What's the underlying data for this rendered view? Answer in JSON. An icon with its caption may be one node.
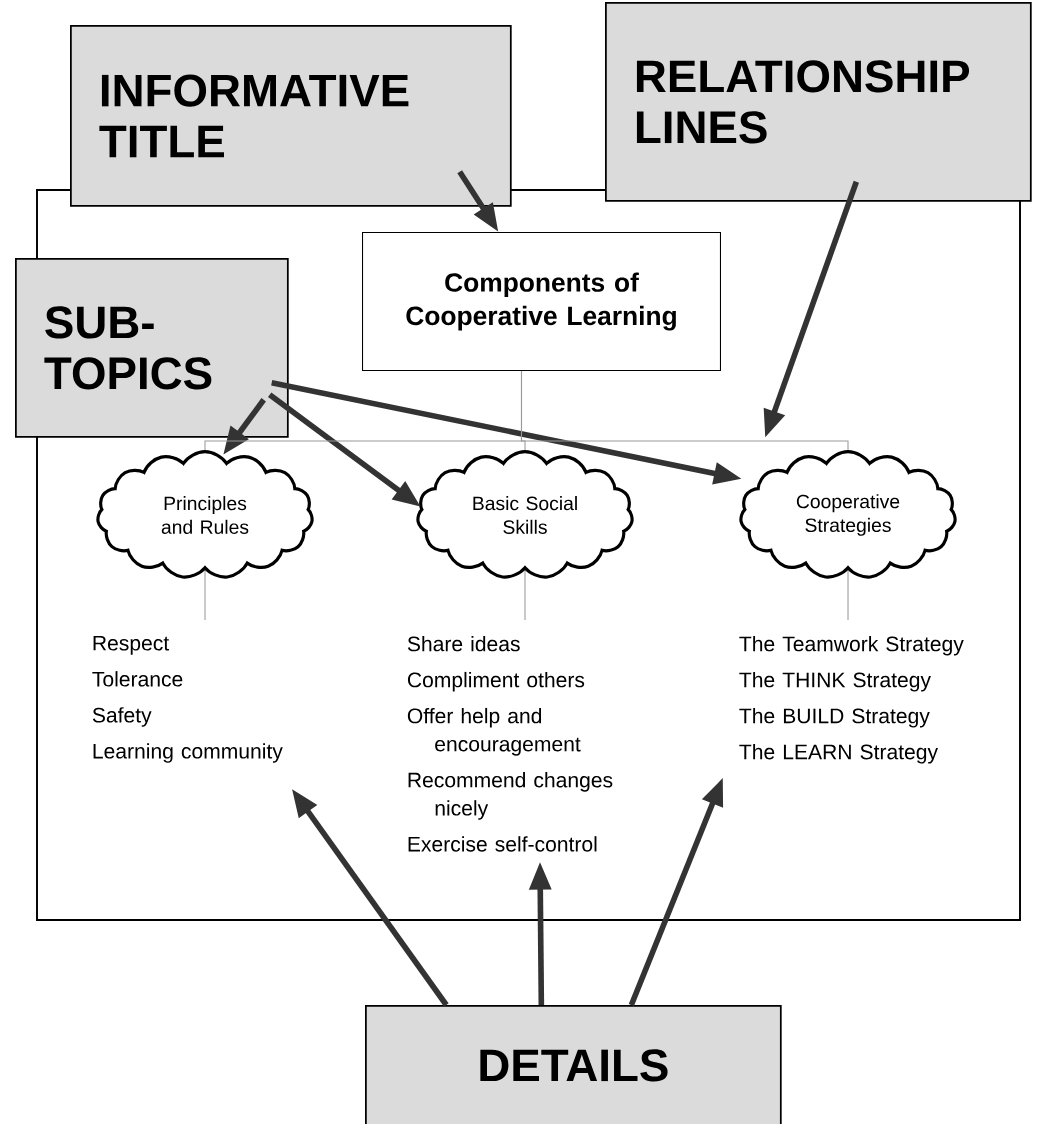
{
  "diagram": {
    "nodes": [
      {
        "text": [
          "INFORMATIVE TITLE"
        ]
      },
      {
        "text": [
          "RELATIONSHIP LINES"
        ]
      },
      {
        "text": [
          "SUB-TOPICS"
        ]
      },
      {
        "text": [
          "Components of Cooperative Learning"
        ]
      },
      {
        "text": [
          "Principles and Rules"
        ]
      },
      {
        "text": [
          "Basic Social Skills"
        ]
      },
      {
        "text": [
          "Cooperative Strategies"
        ]
      },
      {
        "text": [
          "DETAILS"
        ]
      },
      {
        "text": [
          "Respect",
          "Tolerance",
          "Safety",
          "Learning community"
        ]
      },
      {
        "text": [
          "Share ideas",
          "Compliment others",
          "Offer help and encouragement",
          "Recommend changes nicely",
          "Exercise self-control"
        ]
      },
      {
        "text": [
          "The Teamwork Strategy",
          "The THINK Strategy",
          "The BUILD Strategy",
          "The LEARN Strategy"
        ]
      }
    ],
    "edges": [
      {
        "from": 0,
        "to": 3,
        "arrow": "to"
      },
      {
        "from": 1,
        "to": null,
        "arrow": "to"
      },
      {
        "from": 2,
        "to": 4,
        "arrow": "to"
      },
      {
        "from": 2,
        "to": 5,
        "arrow": "to"
      },
      {
        "from": 2,
        "to": 6,
        "arrow": "to"
      },
      {
        "from": 3,
        "to": 4,
        "arrow": "none",
        "color": "#999999"
      },
      {
        "from": 3,
        "to": 5,
        "arrow": "none",
        "color": "#999999"
      },
      {
        "from": 3,
        "to": 6,
        "arrow": "none",
        "color": "#999999"
      },
      {
        "from": 4,
        "to": 8,
        "arrow": "none",
        "color": "#999999"
      },
      {
        "from": 5,
        "to": 9,
        "arrow": "none",
        "color": "#999999"
      },
      {
        "from": 6,
        "to": 10,
        "arrow": "none",
        "color": "#999999"
      },
      {
        "from": 7,
        "to": 8,
        "arrow": "to"
      },
      {
        "from": 7,
        "to": 9,
        "arrow": "to"
      },
      {
        "from": 7,
        "to": 10,
        "arrow": "to"
      }
    ]
  }
}
